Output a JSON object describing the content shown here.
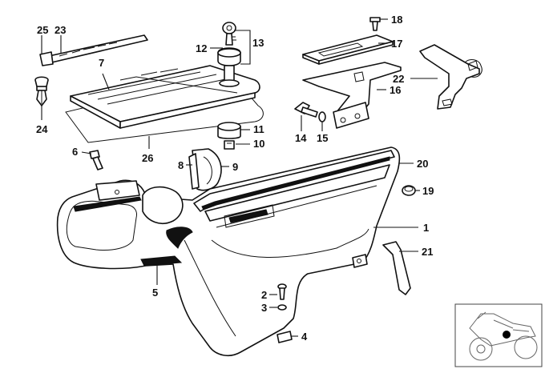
{
  "labels": {
    "l1": "1",
    "l2": "2",
    "l3": "3",
    "l4": "4",
    "l5": "5",
    "l6": "6",
    "l7": "7",
    "l8": "8",
    "l9": "9",
    "l10": "10",
    "l11": "11",
    "l12": "12",
    "l13": "13",
    "l14": "14",
    "l15": "15",
    "l16": "16",
    "l17": "17",
    "l18": "18",
    "l19": "19",
    "l20": "20",
    "l21": "21",
    "l22": "22",
    "l23": "23",
    "l24": "24",
    "l25": "25",
    "l26": "26"
  },
  "inset": {
    "icon": "motorcycle-locator-icon",
    "marker_color": "#000000"
  },
  "colors": {
    "line": "#111111",
    "background": "#ffffff"
  }
}
